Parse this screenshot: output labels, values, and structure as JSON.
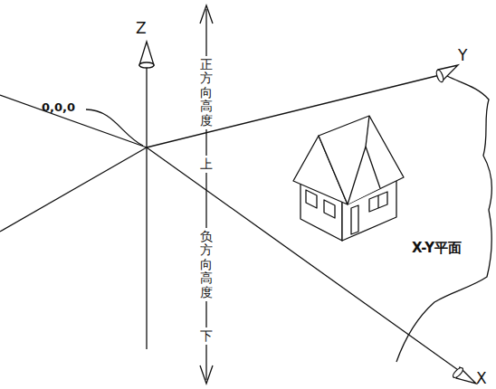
{
  "diagram": {
    "labels": [
      "Z",
      "Y",
      "X",
      "0,0,0",
      "正方向高度",
      "上",
      "负方向高度",
      "下",
      "X-Y平面"
    ]
  }
}
